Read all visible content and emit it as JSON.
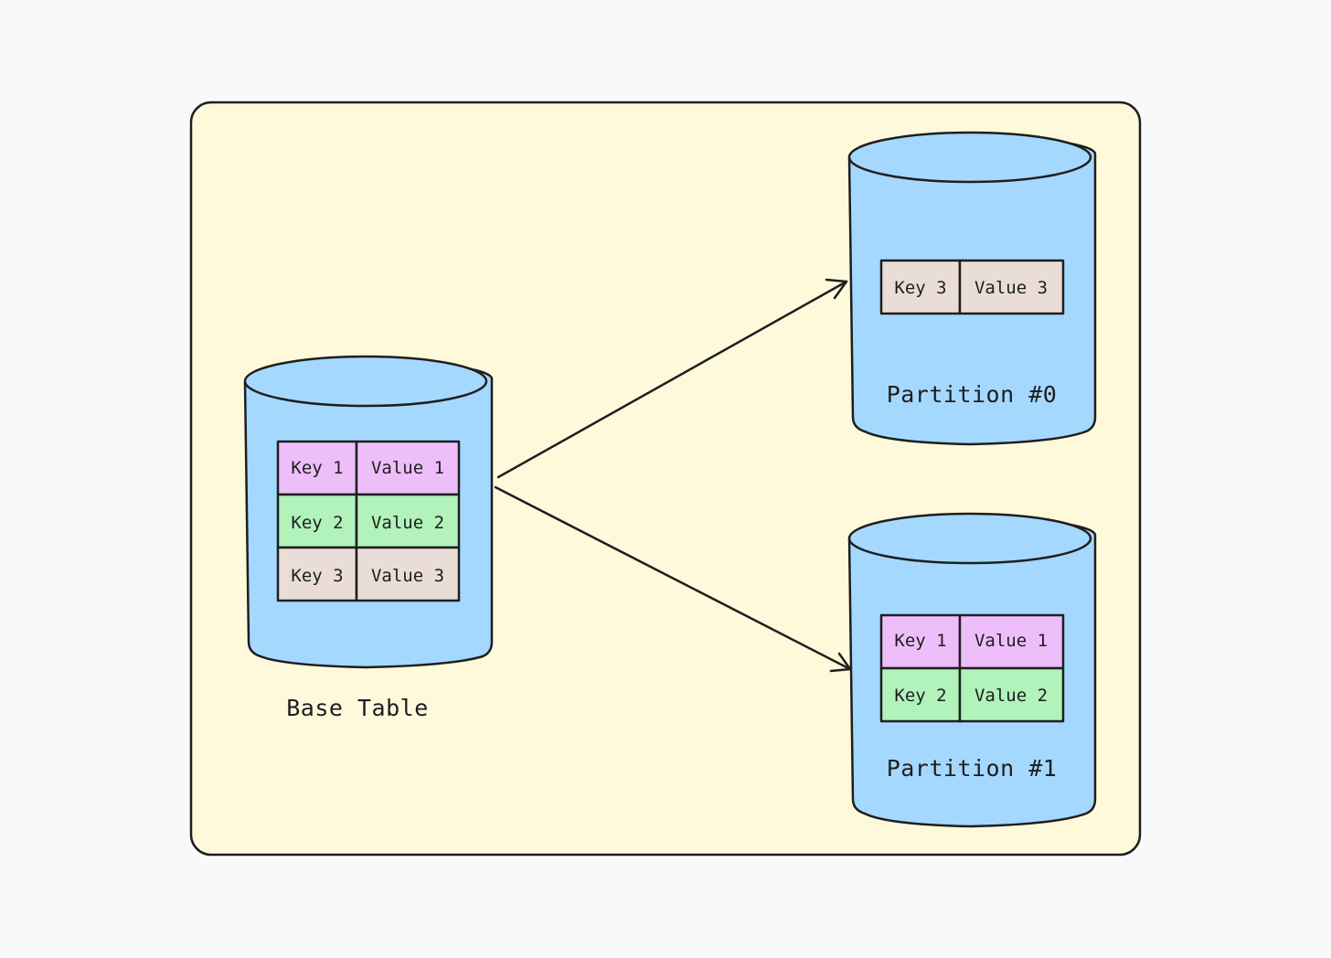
{
  "colors": {
    "page_bg": "#f9f9f9",
    "frame_bg": "#fff9db",
    "cylinder": "#a5d8ff",
    "stroke": "#1e1e1e",
    "key1_row": "#eebefa",
    "key2_row": "#b2f2bb",
    "key3_row": "#eaddd7"
  },
  "base_table": {
    "label": "Base Table",
    "rows": [
      {
        "key": "Key 1",
        "value": "Value 1",
        "color": "#eebefa"
      },
      {
        "key": "Key 2",
        "value": "Value 2",
        "color": "#b2f2bb"
      },
      {
        "key": "Key 3",
        "value": "Value 3",
        "color": "#eaddd7"
      }
    ]
  },
  "partition_0": {
    "label": "Partition #0",
    "rows": [
      {
        "key": "Key 3",
        "value": "Value 3",
        "color": "#eaddd7"
      }
    ]
  },
  "partition_1": {
    "label": "Partition #1",
    "rows": [
      {
        "key": "Key 1",
        "value": "Value 1",
        "color": "#eebefa"
      },
      {
        "key": "Key 2",
        "value": "Value 2",
        "color": "#b2f2bb"
      }
    ]
  },
  "arrows": [
    {
      "from": "Base Table",
      "to": "Partition #0"
    },
    {
      "from": "Base Table",
      "to": "Partition #1"
    }
  ]
}
